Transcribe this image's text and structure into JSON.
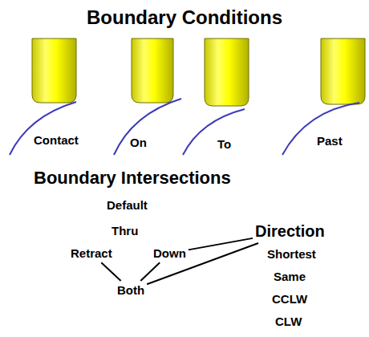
{
  "diagram": {
    "title": "Boundary Conditions",
    "nodes": [
      {
        "text": [
          "Direction"
        ]
      },
      {
        "text": [
          "Retract"
        ]
      },
      {
        "text": [
          "Down"
        ]
      },
      {
        "text": [
          "Both"
        ]
      }
    ],
    "edges": [
      {
        "from": 1,
        "to": 3,
        "arrow": "none"
      },
      {
        "from": 2,
        "to": 3,
        "arrow": "none"
      },
      {
        "from": 0,
        "to": 2,
        "arrow": "none"
      },
      {
        "from": 0,
        "to": 3,
        "arrow": "none"
      }
    ],
    "labels": [
      "Contact",
      "On",
      "To",
      "Past",
      "Boundary Intersections",
      "Default",
      "Thru",
      "Shortest",
      "Same",
      "CCLW",
      "CLW"
    ]
  }
}
